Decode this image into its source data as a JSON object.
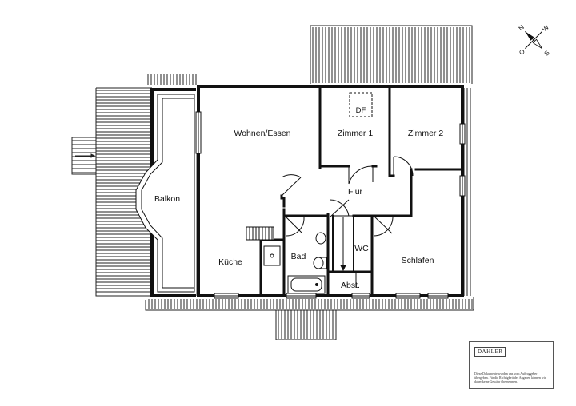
{
  "rooms": {
    "balkon": "Balkon",
    "wohnen": "Wohnen/Essen",
    "zimmer1": "Zimmer 1",
    "zimmer2": "Zimmer 2",
    "flur": "Flur",
    "kueche": "Küche",
    "bad": "Bad",
    "wc": "WC",
    "abst": "Abst.",
    "schlafen": "Schlafen"
  },
  "df_label": "DF",
  "compass": {
    "n": "N",
    "o": "O",
    "s": "S",
    "w": "W"
  },
  "legend": {
    "brand": "DAHLER",
    "disclaimer": "Diese Dokumente wurden uns vom Auftraggeber übergeben. Für die Richtigkeit der Angaben können wir daher keine Gewähr übernehmen."
  }
}
